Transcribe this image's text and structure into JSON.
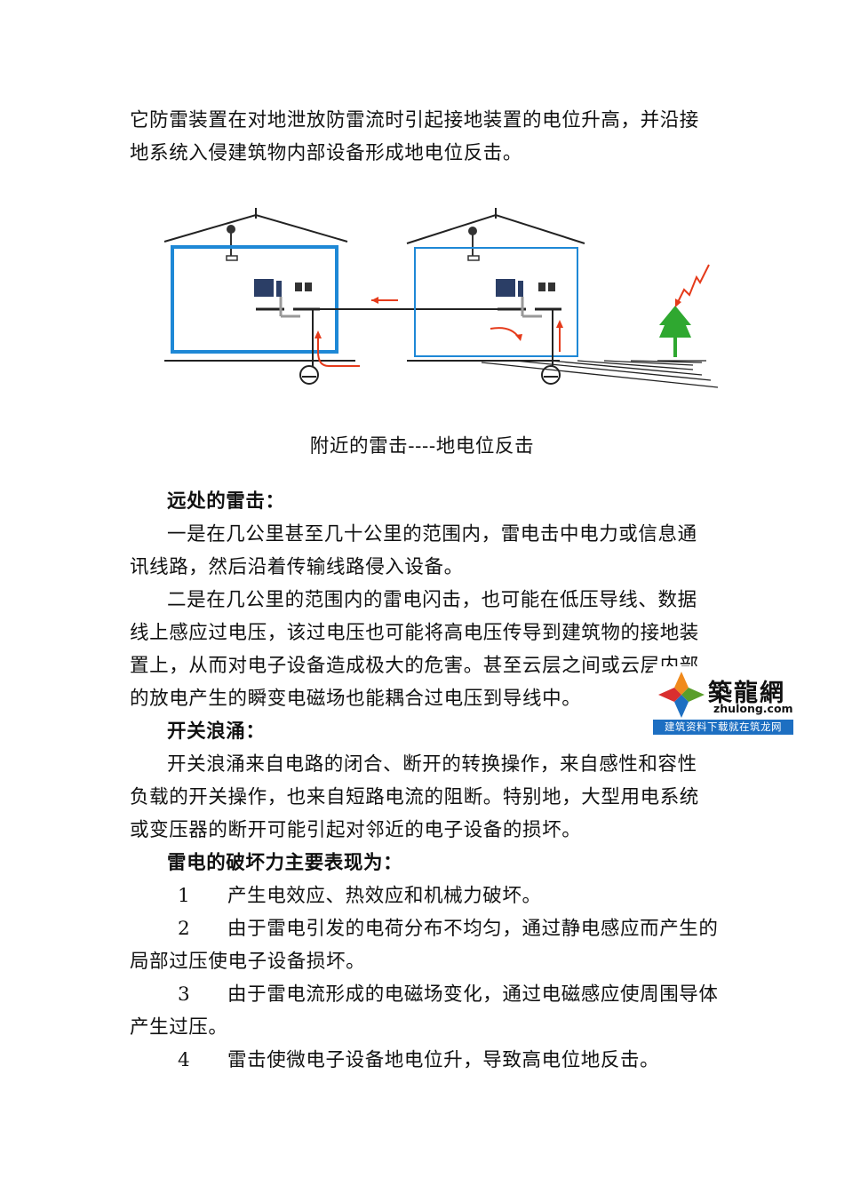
{
  "intro": [
    "它防雷装置在对地泄放防雷流时引起接地装置的电位升高，并沿接",
    "地系统入侵建筑物内部设备形成地电位反击。"
  ],
  "caption": "附近的雷击----地电位反击",
  "section1": {
    "heading": "远处的雷击：",
    "p1": [
      "一是在几公里甚至几十公里的范围内，雷电击中电力或信息通",
      "讯线路，然后沿着传输线路侵入设备。"
    ],
    "p2": [
      "二是在几公里的范围内的雷电闪击，也可能在低压导线、数据",
      "线上感应过电压，该过电压也可能将高电压传导到建筑物的接地装",
      "置上，从而对电子设备造成极大的危害。甚至云层之间或云层内部",
      "的放电产生的瞬变电磁场也能耦合过电压到导线中。"
    ]
  },
  "section2": {
    "heading": "开关浪涌：",
    "p1": [
      "开关浪涌来自电路的闭合、断开的转换操作，来自感性和容性",
      "负载的开关操作，也来自短路电流的阻断。特别地，大型用电系统",
      "或变压器的断开可能引起对邻近的电子设备的损坏。"
    ]
  },
  "section3": {
    "heading": "雷电的破坏力主要表现为：",
    "items": [
      {
        "num": "1",
        "lines": [
          "产生电效应、热效应和机械力破坏。"
        ]
      },
      {
        "num": "2",
        "lines": [
          "由于雷电引发的电荷分布不均匀，通过静电感应而产生的",
          "局部过压使电子设备损坏。"
        ]
      },
      {
        "num": "3",
        "lines": [
          "由于雷电流形成的电磁场变化，通过电磁感应使周围导体",
          "产生过压。"
        ]
      },
      {
        "num": "4",
        "lines": [
          "雷击使微电子设备地电位升，导致高电位地反击。"
        ]
      }
    ]
  },
  "watermark": {
    "name": "築龍網",
    "domain": "zhulong.com",
    "slogan": "建筑资料下载就在筑龙网"
  },
  "colors": {
    "building_outline": "#1e88d6",
    "arrow": "#e53a1a",
    "tree": "#2fa830",
    "ground": "#222222"
  }
}
